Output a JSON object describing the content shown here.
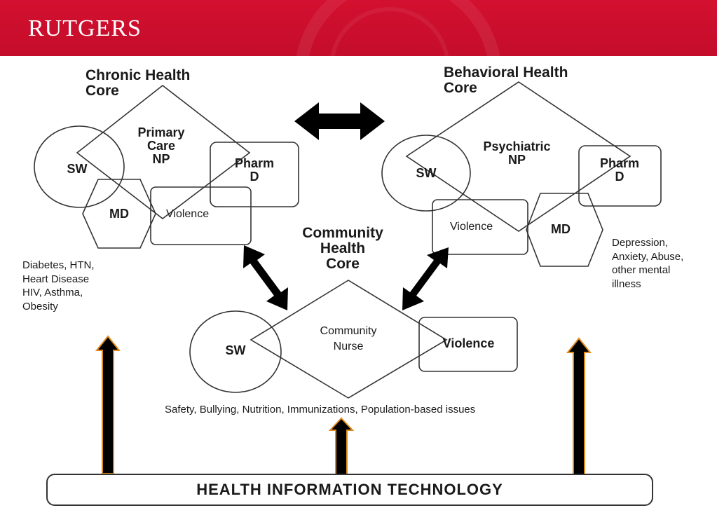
{
  "header": {
    "logo_text": "RUTGERS"
  },
  "chronic": {
    "title": "Chronic Health\nCore",
    "sw": "SW",
    "primary": "Primary\nCare\nNP",
    "pharm": "Pharm\nD",
    "md": "MD",
    "violence": "Violence",
    "conditions": "Diabetes, HTN,\nHeart Disease\nHIV, Asthma,\nObesity"
  },
  "behavioral": {
    "title": "Behavioral Health\nCore",
    "sw": "SW",
    "psych": "Psychiatric\nNP",
    "pharm": "Pharm\nD",
    "md": "MD",
    "violence": "Violence",
    "conditions": "Depression,\nAnxiety, Abuse,\nother mental\nillness"
  },
  "community": {
    "title": "Community\nHealth\nCore",
    "sw": "SW",
    "nurse": "Community\nNurse",
    "violence": "Violence",
    "issues": "Safety, Bullying, Nutrition, Immunizations,  Population-based issues"
  },
  "foundation": {
    "label": "HEALTH  INFORMATION  TECHNOLOGY"
  },
  "colors": {
    "banner": "#d3102f",
    "stroke": "#333333",
    "arrow_fill": "#000000",
    "arrow_edge": "#e08a1e"
  }
}
